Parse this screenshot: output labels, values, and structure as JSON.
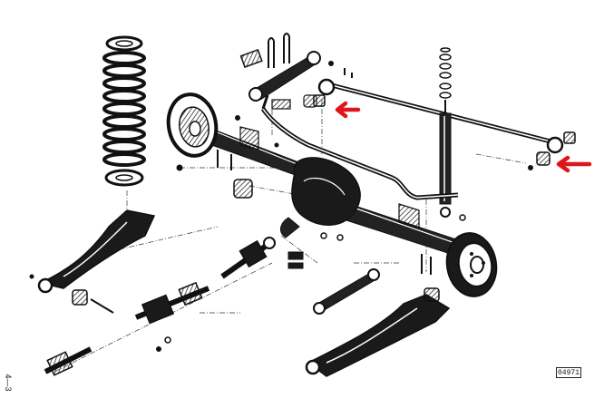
{
  "figure": {
    "reference_number": "04971",
    "page_number": "4—3"
  },
  "colors": {
    "ink": "#111111",
    "paper": "#ffffff",
    "highlight_arrow": "#e0141b"
  },
  "callouts": [
    {
      "target": "panhard-rod-bushing-upper",
      "color": "#e0141b"
    },
    {
      "target": "panhard-rod-bushing-lower",
      "color": "#e0141b"
    }
  ]
}
